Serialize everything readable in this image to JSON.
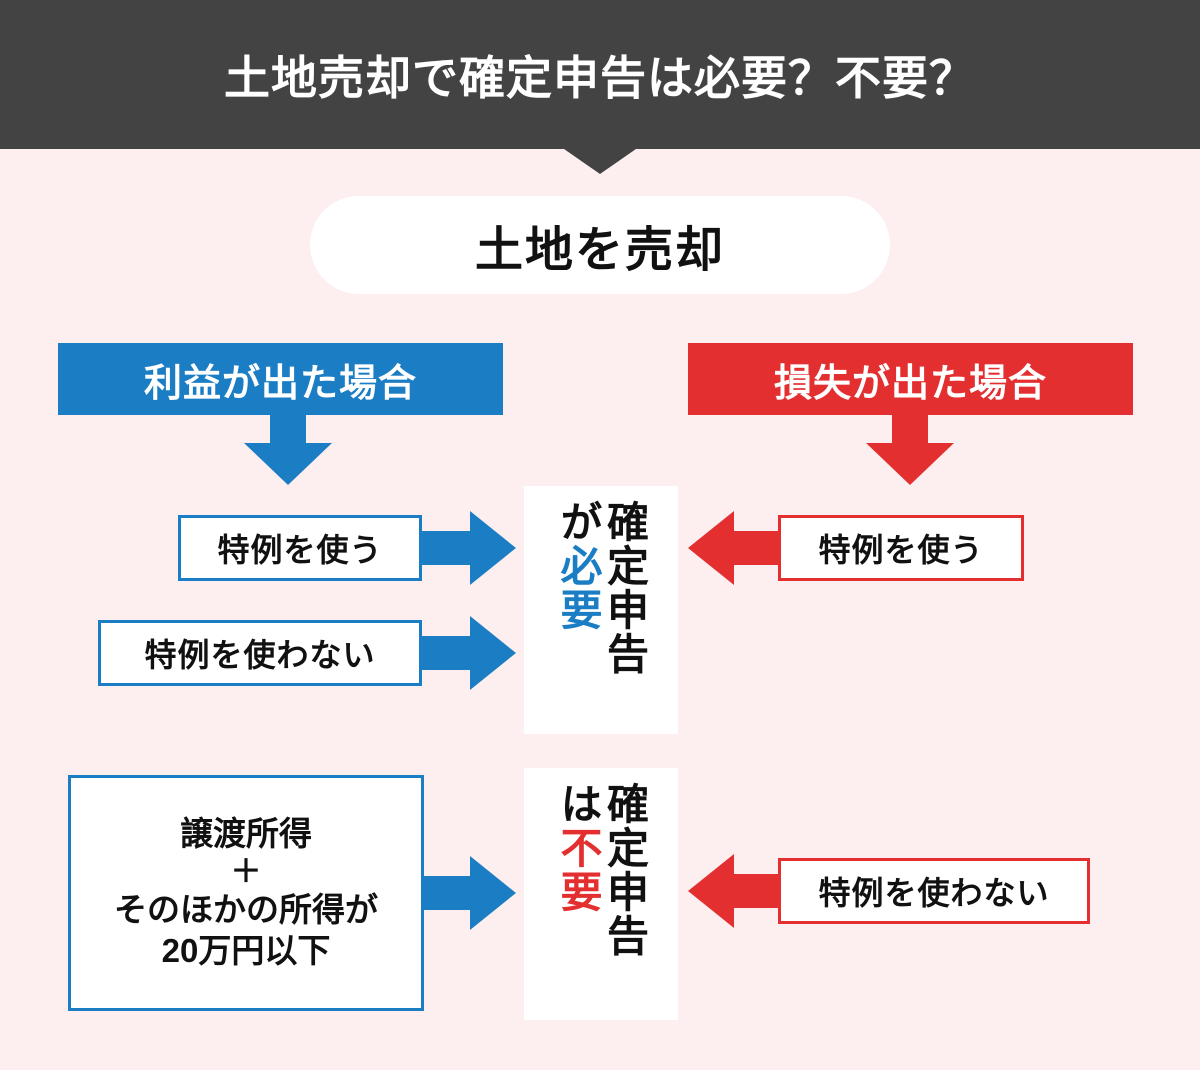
{
  "header": {
    "title": "土地売却で確定申告は必要？不要？",
    "background_color": "#434343",
    "text_color": "#ffffff"
  },
  "page": {
    "background_color": "#fdefef",
    "accent_blue": "#1b7dc4",
    "accent_red": "#e32f2f"
  },
  "start_node": {
    "label": "土地を売却"
  },
  "branches": {
    "profit": {
      "banner_label": "利益が出た場合",
      "color": "#1b7dc4",
      "options": [
        {
          "label": "特例を使う"
        },
        {
          "label": "特例を使わない"
        }
      ],
      "threshold_box": {
        "lines": [
          "譲渡所得",
          "＋",
          "そのほかの所得が",
          "20万円以下"
        ]
      }
    },
    "loss": {
      "banner_label": "損失が出た場合",
      "color": "#e32f2f",
      "options": [
        {
          "label": "特例を使う"
        },
        {
          "label": "特例を使わない"
        }
      ]
    }
  },
  "results": {
    "required": {
      "main": "確定申告",
      "particle": "が",
      "emphasis": "必要",
      "emphasis_color": "#1b7dc4"
    },
    "not_required": {
      "main": "確定申告",
      "particle": "は",
      "emphasis": "不要",
      "emphasis_color": "#e32f2f"
    }
  },
  "icons": {
    "header_notch": "triangle-down-icon",
    "arrow_down_blue": "arrow-down-icon",
    "arrow_down_red": "arrow-down-icon",
    "arrow_right_blue": "arrow-right-icon",
    "arrow_left_red": "arrow-left-icon"
  }
}
